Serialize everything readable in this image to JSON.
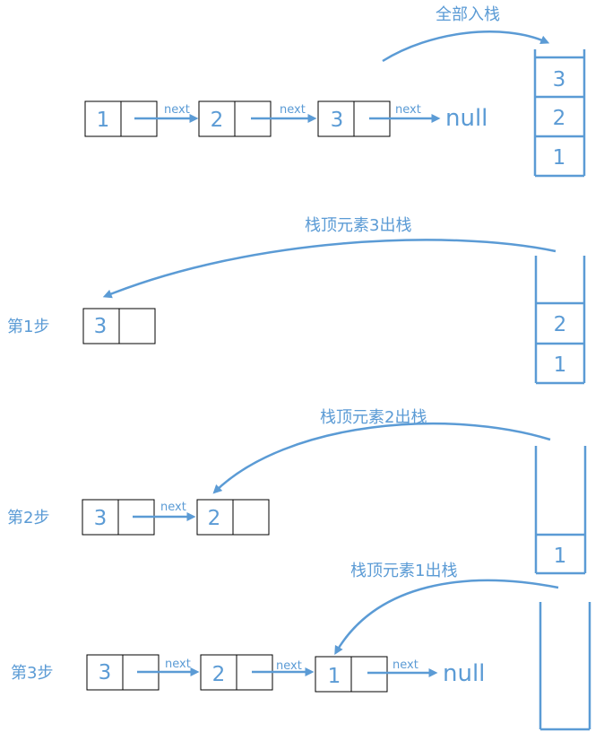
{
  "colors": {
    "accent": "#5b9bd5",
    "box_border": "#000000"
  },
  "labels": {
    "push_all": "全部入栈",
    "pop3": "栈顶元素3出栈",
    "pop2": "栈顶元素2出栈",
    "pop1": "栈顶元素1出栈",
    "step1": "第1步",
    "step2": "第2步",
    "step3": "第3步",
    "next": "next",
    "null": "null"
  },
  "initial_list": [
    "1",
    "2",
    "3"
  ],
  "stack_full": [
    "3",
    "2",
    "1"
  ],
  "step1": {
    "list": [
      "3"
    ],
    "stack": [
      "2",
      "1"
    ]
  },
  "step2": {
    "list": [
      "3",
      "2"
    ],
    "stack": [
      "1"
    ]
  },
  "step3": {
    "list": [
      "3",
      "2",
      "1"
    ],
    "stack": []
  }
}
